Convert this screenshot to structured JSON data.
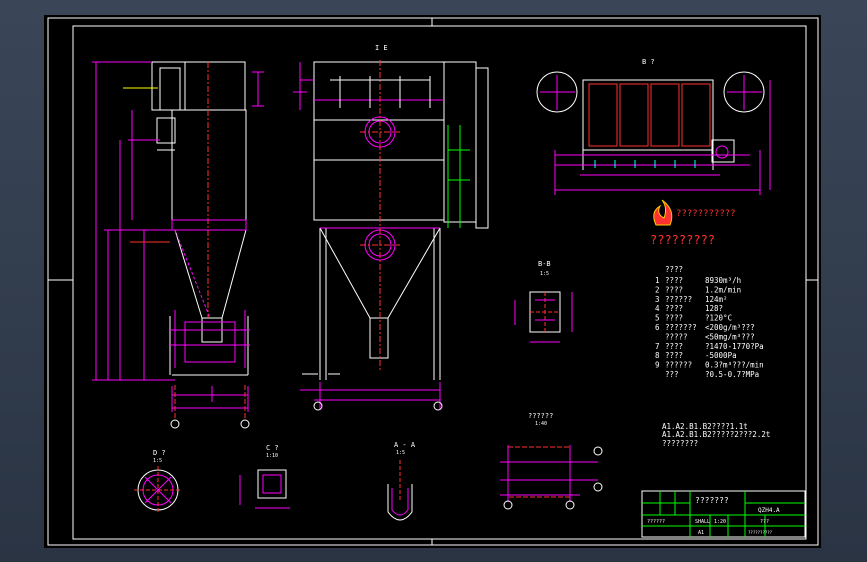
{
  "colors": {
    "background": "#000000",
    "frame": "#ffffff",
    "magenta": "#ff00ff",
    "red": "#ff3030",
    "green": "#00ff00",
    "cyan": "#00ffff",
    "yellow": "#ffff00",
    "white": "#ffffff",
    "text": "#ffffff"
  },
  "views": {
    "top_view_label": "B ?",
    "front_section_label": "I E",
    "section_bb_label": "B-B",
    "section_bb_scale": "1:5",
    "detail_d2_label": "D ?",
    "detail_d2_scale": "1:5",
    "detail_c2_label": "C ?",
    "detail_c2_scale": "1:10",
    "detail_aa_label": "A - A",
    "detail_aa_scale": "1:5",
    "small_plan_label": "??????",
    "small_plan_scale": "1:40"
  },
  "logo": {
    "line1": "???????????",
    "line2": "?????????"
  },
  "specs": [
    {
      "num": "1",
      "label": "????",
      "value": "8930m³/h"
    },
    {
      "num": "2",
      "label": "????",
      "value": "1.2m/min"
    },
    {
      "num": "3",
      "label": "??????",
      "value": "124m²"
    },
    {
      "num": "4",
      "label": "????",
      "value": "128?"
    },
    {
      "num": "5",
      "label": "????",
      "value": "?120°C"
    },
    {
      "num": "6",
      "label": "???????",
      "value": "<200g/m³???"
    },
    {
      "num": "",
      "label": "?????",
      "value": "<50mg/m³???"
    },
    {
      "num": "7",
      "label": "????",
      "value": "?1470-1770?Pa"
    },
    {
      "num": "8",
      "label": "????",
      "value": "-5000Pa"
    },
    {
      "num": "9",
      "label": "??????",
      "value": "0.3?m³???/min"
    },
    {
      "num": "",
      "label": "???",
      "value": "?0.5-0.7?MPa"
    }
  ],
  "notes": [
    "A1.A2.B1.B2????1.1t",
    "A1.A2.B1.B2?????2???2.2t",
    "????????"
  ],
  "title_block": {
    "drawing_title": "???????",
    "drawing_no": "QZH4.A",
    "sheet_mark": "???",
    "scale": "1:20",
    "material": "SHALL",
    "company": "??????",
    "label_a": "A1",
    "rev": "??????????"
  }
}
